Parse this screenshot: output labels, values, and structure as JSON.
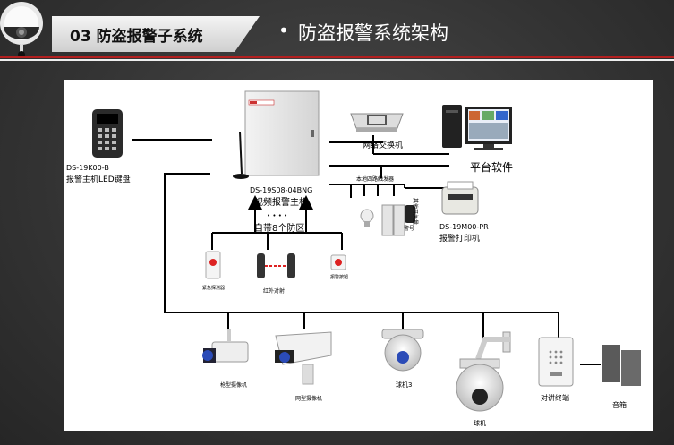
{
  "header": {
    "section_tag": "03 防盗报警子系统",
    "bullet": "•",
    "title": "防盗报警系统架构"
  },
  "diagram": {
    "keyboard_model": "DS-19K00-B",
    "keyboard_name": "报警主机LED键盘",
    "host_model": "DS-19S08-04BNG",
    "host_name": "视频报警主机",
    "dots": "• • • •",
    "zones_label": "自带8个防区",
    "sensor_detector": "紧急探测器",
    "sensor_infrared": "红外对射",
    "sensor_button": "报警按钮",
    "switch_label": "网络交换机",
    "platform_label": "平台软件",
    "relay_label": "本地四路触发器",
    "output_light_alarm": "警号",
    "output_other": "其他开关量",
    "printer_model": "DS-19M00-PR",
    "printer_name": "报警打印机",
    "cam_box": "枪型摄像机",
    "cam_bullet": "网型摄像机",
    "cam_dome": "球机3",
    "cam_speed": "球机",
    "intercom": "对讲终端",
    "speaker": "音箱"
  }
}
